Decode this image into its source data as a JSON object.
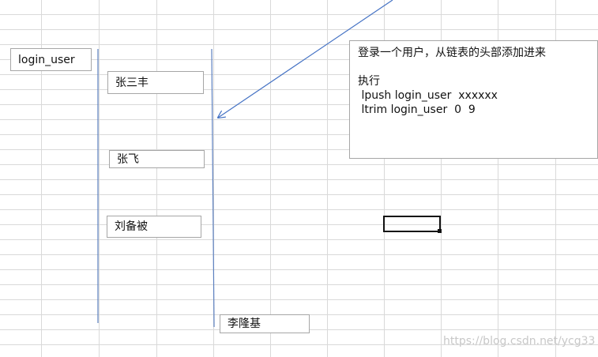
{
  "key_box": {
    "label": "login_user"
  },
  "list_items": [
    {
      "label": "张三丰"
    },
    {
      "label": "张飞"
    },
    {
      "label": "刘备被"
    },
    {
      "label": "李隆基"
    }
  ],
  "note": {
    "line1": "登录一个用户，从链表的头部添加进来",
    "line2": "执行",
    "line3": " lpush login_user  xxxxxx",
    "line4": " ltrim login_user  0  9"
  },
  "watermark": "https://blog.csdn.net/ycg33",
  "colors": {
    "arrow": "#4472c4",
    "list_line": "#5b7fbf",
    "gridline": "#d9d9d9",
    "box_border": "#a6a6a6"
  }
}
